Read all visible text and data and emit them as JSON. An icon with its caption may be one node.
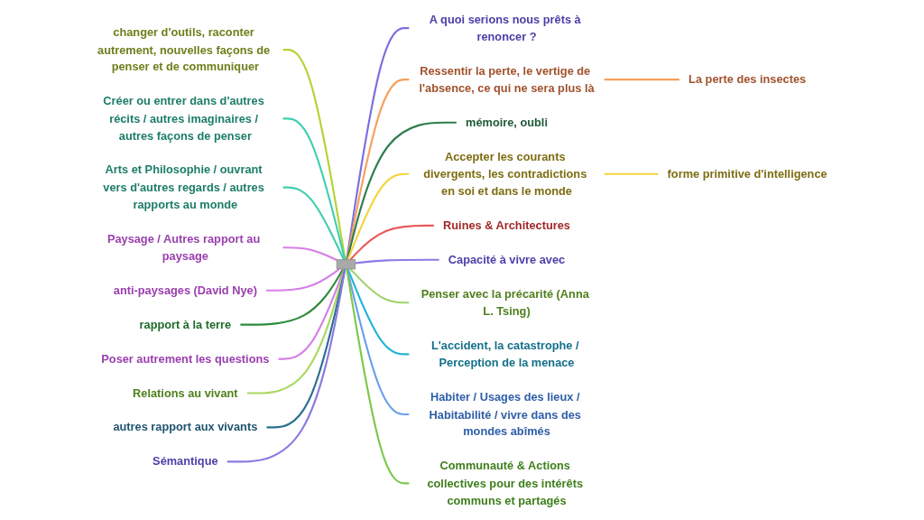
{
  "diagram": {
    "nodes": [
      {
        "text": [],
        "shape": "box"
      },
      {
        "text": [
          "changer d'outils, raconter autrement, nouvelles façons de penser et de communiquer"
        ]
      },
      {
        "text": [
          "Créer ou entrer dans d'autres récits / autres imaginaires / autres façons de penser"
        ]
      },
      {
        "text": [
          "Arts et Philosophie / ouvrant vers d'autres regards / autres rapports au monde"
        ]
      },
      {
        "text": [
          "Paysage / Autres rapport au paysage"
        ]
      },
      {
        "text": [
          "anti-paysages (David Nye)"
        ]
      },
      {
        "text": [
          "rapport à la terre"
        ]
      },
      {
        "text": [
          "Poser autrement les questions"
        ]
      },
      {
        "text": [
          "Relations au vivant"
        ]
      },
      {
        "text": [
          "autres rapport aux vivants"
        ]
      },
      {
        "text": [
          "Sémantique"
        ]
      },
      {
        "text": [
          "A quoi serions nous prêts à renoncer ?"
        ]
      },
      {
        "text": [
          "Ressentir la perte, le vertige de l'absence, ce qui ne sera plus là"
        ]
      },
      {
        "text": [
          "La perte des insectes"
        ]
      },
      {
        "text": [
          "mémoire, oubli"
        ]
      },
      {
        "text": [
          "Accepter les courants divergents, les contradictions en soi et dans le monde"
        ]
      },
      {
        "text": [
          "forme primitive d'intelligence"
        ]
      },
      {
        "text": [
          "Ruines & Architectures"
        ]
      },
      {
        "text": [
          "Capacité à vivre avec"
        ]
      },
      {
        "text": [
          "Penser avec la précarité (Anna L. Tsing)"
        ]
      },
      {
        "text": [
          "L'accident, la catastrophe / Perception de la menace"
        ]
      },
      {
        "text": [
          "Habiter / Usages des lieux / Habitabilité / vivre dans des mondes abîmés"
        ]
      },
      {
        "text": [
          "Communauté & Actions collectives pour des intérêts communs et partagés"
        ]
      }
    ],
    "edges": [
      {
        "from": 1,
        "to": 0,
        "arrow": "none",
        "color": "#b5d334"
      },
      {
        "from": 2,
        "to": 0,
        "arrow": "none",
        "color": "#3fcfae"
      },
      {
        "from": 3,
        "to": 0,
        "arrow": "none",
        "color": "#3fcfae"
      },
      {
        "from": 4,
        "to": 0,
        "arrow": "none",
        "color": "#d67ee6"
      },
      {
        "from": 5,
        "to": 0,
        "arrow": "none",
        "color": "#d67ee6"
      },
      {
        "from": 6,
        "to": 0,
        "arrow": "none",
        "color": "#2e8b3a"
      },
      {
        "from": 7,
        "to": 0,
        "arrow": "none",
        "color": "#d67ee6"
      },
      {
        "from": 8,
        "to": 0,
        "arrow": "none",
        "color": "#a8d860"
      },
      {
        "from": 9,
        "to": 0,
        "arrow": "none",
        "color": "#2a6f8f"
      },
      {
        "from": 10,
        "to": 0,
        "arrow": "none",
        "color": "#8a7be0"
      },
      {
        "from": 0,
        "to": 11,
        "arrow": "none",
        "color": "#7b6fe0"
      },
      {
        "from": 0,
        "to": 12,
        "arrow": "none",
        "color": "#f5a05a"
      },
      {
        "from": 12,
        "to": 13,
        "arrow": "none",
        "color": "#f5a05a"
      },
      {
        "from": 0,
        "to": 14,
        "arrow": "none",
        "color": "#2e7d4f"
      },
      {
        "from": 0,
        "to": 15,
        "arrow": "none",
        "color": "#f2d43a"
      },
      {
        "from": 15,
        "to": 16,
        "arrow": "none",
        "color": "#f2d43a"
      },
      {
        "from": 0,
        "to": 17,
        "arrow": "none",
        "color": "#e85a5a"
      },
      {
        "from": 0,
        "to": 18,
        "arrow": "none",
        "color": "#8b7be8"
      },
      {
        "from": 0,
        "to": 19,
        "arrow": "none",
        "color": "#9bd36b"
      },
      {
        "from": 0,
        "to": 20,
        "arrow": "none",
        "color": "#1fb5d6"
      },
      {
        "from": 0,
        "to": 21,
        "arrow": "none",
        "color": "#6aa0e8"
      },
      {
        "from": 0,
        "to": 22,
        "arrow": "none",
        "color": "#7cc94a"
      }
    ]
  }
}
